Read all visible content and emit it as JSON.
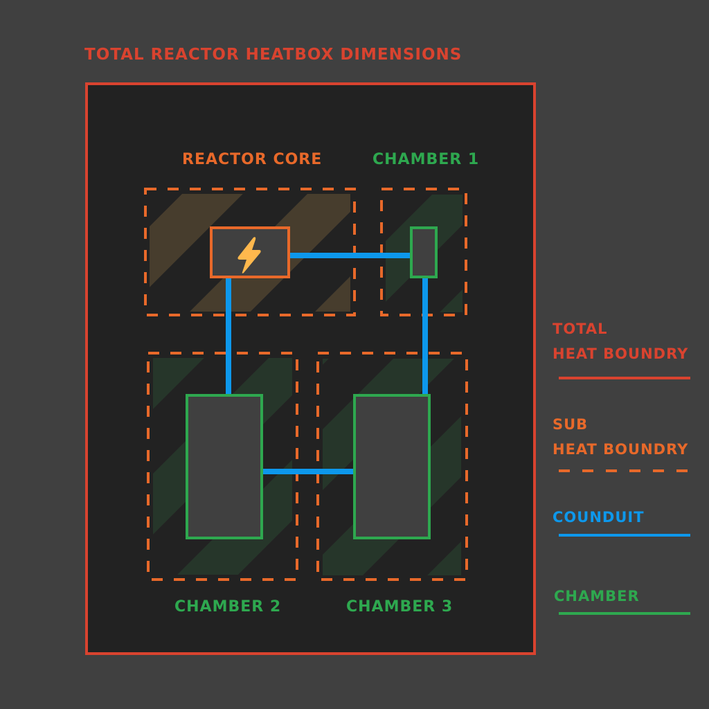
{
  "title": "TOTAL REACTOR HEATBOX DIMENSIONS",
  "colors": {
    "background": "#404040",
    "panel": "#222222",
    "total_boundary": "#d9432f",
    "sub_boundary": "#e8692a",
    "conduit": "#0d98ec",
    "chamber": "#2ea84f",
    "chamber_fill": "#404040",
    "core_stripe": "#473d2d",
    "chamber_stripe": "#26362a",
    "lightning": "#ffb84d"
  },
  "zones": {
    "reactor_core": {
      "label": "REACTOR CORE",
      "icon": "lightning-bolt-icon"
    },
    "chamber_1": {
      "label": "CHAMBER 1"
    },
    "chamber_2": {
      "label": "CHAMBER 2"
    },
    "chamber_3": {
      "label": "CHAMBER 3"
    }
  },
  "connections": [
    {
      "from": "reactor_core",
      "to": "chamber_1"
    },
    {
      "from": "reactor_core",
      "to": "chamber_2"
    },
    {
      "from": "chamber_1",
      "to": "chamber_3"
    },
    {
      "from": "chamber_2",
      "to": "chamber_3"
    }
  ],
  "legend": {
    "total": {
      "line1": "TOTAL",
      "line2": "HEAT BOUNDRY",
      "style": "solid"
    },
    "sub": {
      "line1": "SUB",
      "line2": "HEAT BOUNDRY",
      "style": "dashed"
    },
    "conduit": {
      "label": "COUNDUIT",
      "style": "solid"
    },
    "chamber": {
      "label": "CHAMBER",
      "style": "solid"
    }
  }
}
